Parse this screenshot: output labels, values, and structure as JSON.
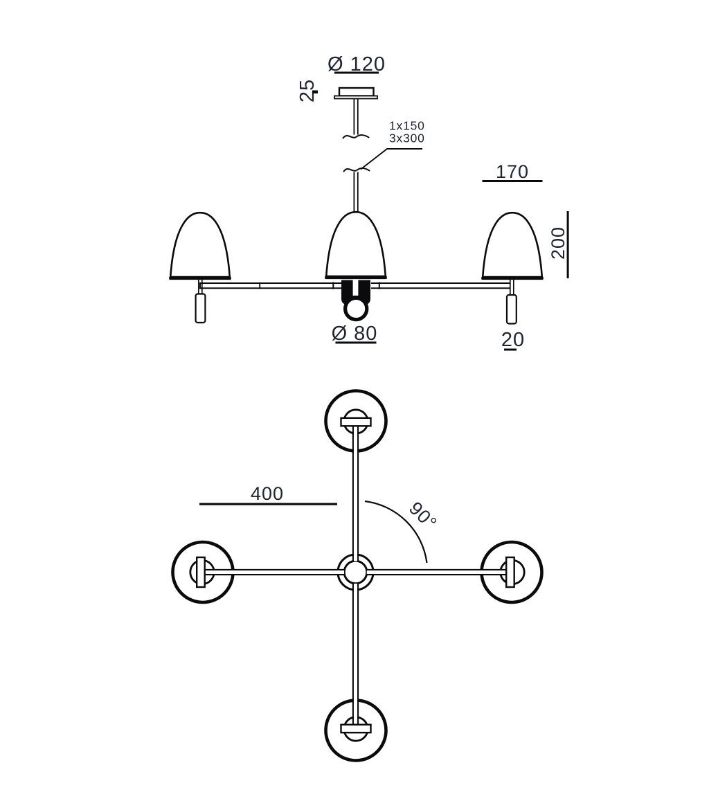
{
  "drawing": {
    "type": "lamp-technical-drawing",
    "views": [
      "side elevation",
      "plan view"
    ]
  },
  "side_view": {
    "canopy_diameter": "Ø 120",
    "canopy_height": "25",
    "suspension_option_1": "1x150",
    "suspension_option_2": "3x300",
    "shade_width": "170",
    "shade_height": "200",
    "bulb_diameter": "Ø 80",
    "rod_diameter": "20"
  },
  "plan_view": {
    "arm_length": "400",
    "arm_angle": "90°"
  },
  "colors": {
    "background": "#ffffff",
    "line": "#0b0b0d",
    "text": "#1f2433"
  }
}
